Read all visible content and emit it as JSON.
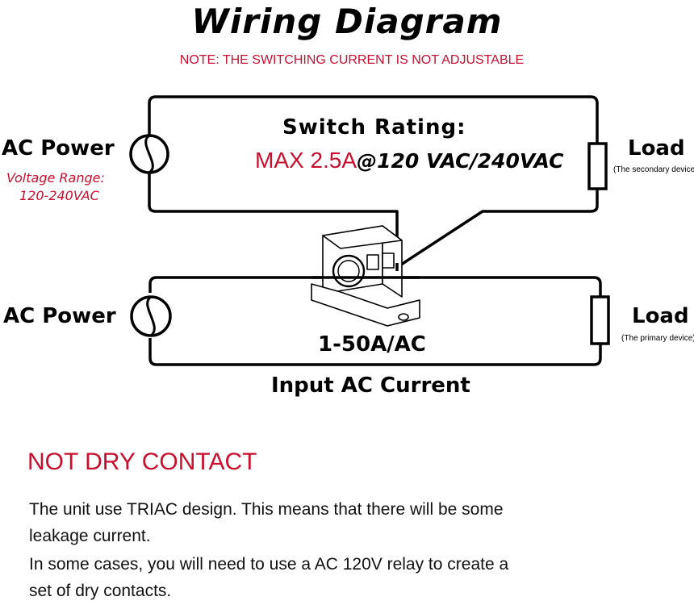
{
  "title": "Wiring Diagram",
  "note": "NOTE: THE SWITCHING CURRENT IS NOT ADJUSTABLE",
  "top_circuit": {
    "power_label": "AC Power",
    "voltage_range_label": "Voltage Range:",
    "voltage_range_value": "120-240VAC",
    "switch_rating_title": "Switch Rating:",
    "switch_rating_max": "MAX 2.5A",
    "switch_rating_voltage": "@120 VAC/240VAC",
    "load_label": "Load",
    "load_sub": "(The secondary device)"
  },
  "bottom_circuit": {
    "power_label": "AC Power",
    "current_range": "1-50A/AC",
    "load_label": "Load",
    "load_sub": "(The primary device)",
    "input_label": "Input AC Current"
  },
  "info": {
    "heading": "NOT DRY CONTACT",
    "lines": [
      "The unit use TRIAC design. This means that there will be some",
      "leakage current.",
      "In some cases, you will need to use a AC 120V relay to create a",
      "set of dry contacts."
    ]
  },
  "colors": {
    "accent": "#c8102e",
    "line": "#000000"
  }
}
